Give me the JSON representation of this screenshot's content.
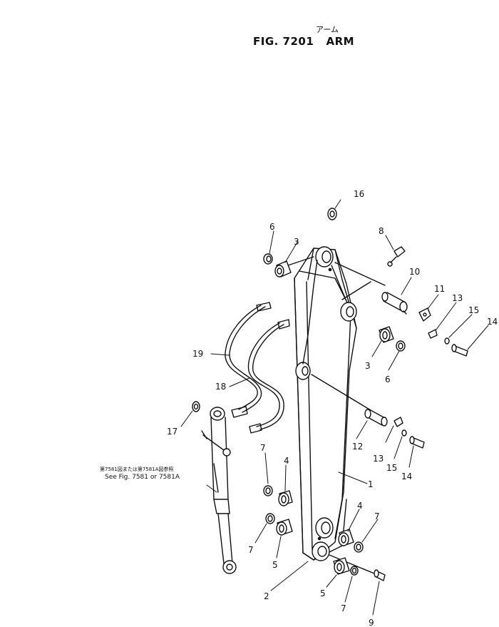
{
  "title": {
    "japanese": "アーム",
    "figure": "FIG. 7201",
    "name": "ARM"
  },
  "reference": {
    "japanese": "第7581図または第7581A図参照",
    "english": "See Fig. 7581 or 7581A"
  },
  "callouts": [
    {
      "id": "c1",
      "text": "1"
    },
    {
      "id": "c2",
      "text": "2"
    },
    {
      "id": "c3a",
      "text": "3"
    },
    {
      "id": "c3b",
      "text": "3"
    },
    {
      "id": "c4a",
      "text": "4"
    },
    {
      "id": "c4b",
      "text": "4"
    },
    {
      "id": "c5a",
      "text": "5"
    },
    {
      "id": "c5b",
      "text": "5"
    },
    {
      "id": "c6a",
      "text": "6"
    },
    {
      "id": "c6b",
      "text": "6"
    },
    {
      "id": "c7a",
      "text": "7"
    },
    {
      "id": "c7b",
      "text": "7"
    },
    {
      "id": "c7c",
      "text": "7"
    },
    {
      "id": "c7d",
      "text": "7"
    },
    {
      "id": "c8",
      "text": "8"
    },
    {
      "id": "c9",
      "text": "9"
    },
    {
      "id": "c10",
      "text": "10"
    },
    {
      "id": "c11",
      "text": "11"
    },
    {
      "id": "c12",
      "text": "12"
    },
    {
      "id": "c13a",
      "text": "13"
    },
    {
      "id": "c13b",
      "text": "13"
    },
    {
      "id": "c14a",
      "text": "14"
    },
    {
      "id": "c14b",
      "text": "14"
    },
    {
      "id": "c15a",
      "text": "15"
    },
    {
      "id": "c15b",
      "text": "15"
    },
    {
      "id": "c16",
      "text": "16"
    },
    {
      "id": "c17",
      "text": "17"
    },
    {
      "id": "c18",
      "text": "18"
    },
    {
      "id": "c19",
      "text": "19"
    }
  ]
}
